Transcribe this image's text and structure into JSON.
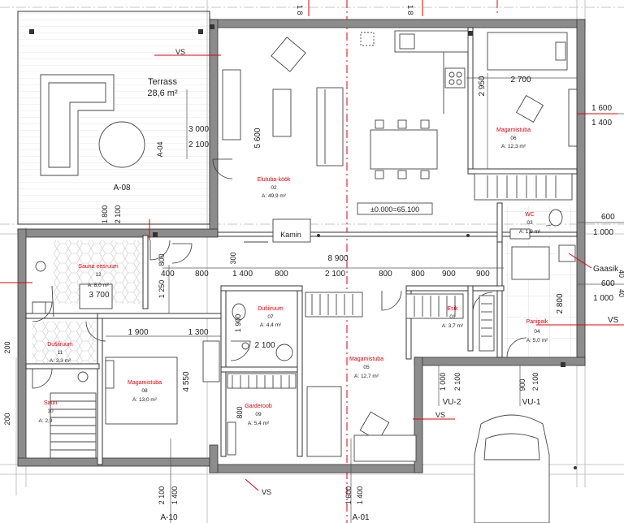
{
  "colors": {
    "wall": "#8c8c8c",
    "line": "#222222",
    "axis": "#e0000a",
    "grid": "#b5b5b5",
    "paving": "#eeeeee"
  },
  "rooms": {
    "terrace": {
      "name": "Terrass",
      "area": "28,6 m²"
    },
    "living": {
      "name": "Elutuba-köök",
      "num": "02",
      "area": "A: 49,9 m²"
    },
    "bed06": {
      "name": "Magamistuba",
      "num": "06",
      "area": "A: 12,3 m²"
    },
    "wc": {
      "name": "WC",
      "num": "03",
      "area": "A: 1,9 m²"
    },
    "sauna_ante": {
      "name": "Sauna eesruum",
      "num": "12",
      "area": "A: 8,0 m²"
    },
    "shower11": {
      "name": "Dušiiruum",
      "num": "11",
      "area": "A: 3,3 m²"
    },
    "sauna": {
      "name": "Saun",
      "num": "10",
      "area": "A: 2,9"
    },
    "bed08": {
      "name": "Magamistuba",
      "num": "08",
      "area": "A: 13,0 m²"
    },
    "shower07": {
      "name": "Dušiiruum",
      "num": "07",
      "area": "A: 4,4 m²"
    },
    "wardrobe": {
      "name": "Garderoob",
      "num": "09",
      "area": "A: 5,4 m²"
    },
    "bed05": {
      "name": "Magamistuba",
      "num": "05",
      "area": "A: 12,7 m²"
    },
    "hall": {
      "name": "Esik",
      "num": "01",
      "area": "A: 3,7 m²"
    },
    "utility": {
      "name": "Panipaik",
      "num": "04",
      "area": "A: 5,0 m²"
    }
  },
  "labels": {
    "fireplace": "Kamin",
    "elevation": "±0.000=65.100",
    "gas": "Gaasik",
    "vs": "VS"
  },
  "axes": {
    "a04": "A-04",
    "a08": "A-08",
    "a10": "A-10",
    "a01": "A-01",
    "vu2": "VU-2",
    "vu1": "VU-1"
  },
  "dims": {
    "d3000": "3 000",
    "d2100": "2 100",
    "d5600": "5 600",
    "d2950": "2 950",
    "d2700": "2 700",
    "d1600": "1 600",
    "d1400": "1 400",
    "d1800": "1 800",
    "d600": "600",
    "d1000": "1 000",
    "d400": "400",
    "d800": "800",
    "d300": "300",
    "d8900": "8 900",
    "d900": "900",
    "d1250": "1 250",
    "d3700": "3 700",
    "d1900": "1 900",
    "d1300": "1 300",
    "d2800": "2 800",
    "d4550": "4 550",
    "d200": "200",
    "d18": "1 8",
    "d40": "40"
  }
}
